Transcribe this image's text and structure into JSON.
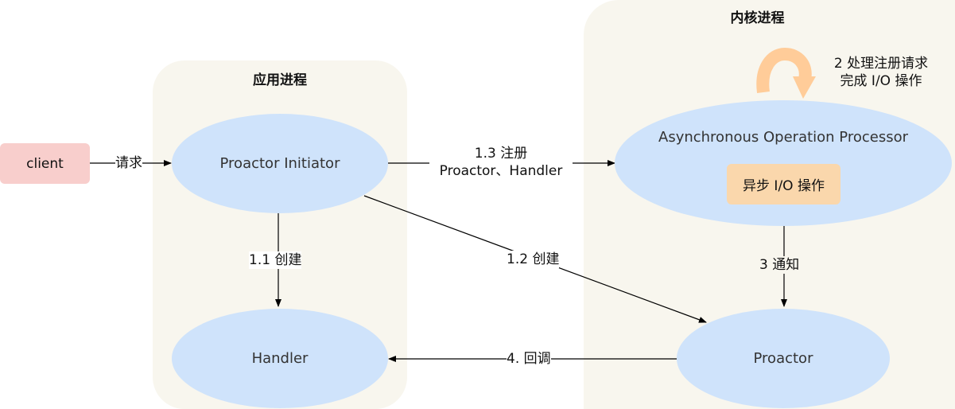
{
  "regions": {
    "app": {
      "title": "应用进程"
    },
    "kernel": {
      "title": "内核进程"
    }
  },
  "nodes": {
    "client": "client",
    "initiator": "Proactor Initiator",
    "handler": "Handler",
    "processor": "Asynchronous Operation Processor",
    "async_io": "异步 I/O 操作",
    "proactor": "Proactor"
  },
  "edges": {
    "request": "请求",
    "create_handler": "1.1 创建",
    "create_proactor": "1.2 创建",
    "register_line1": "1.3 注册",
    "register_line2": "Proactor、Handler",
    "process_line1": "2 处理注册请求",
    "process_line2": "完成 I/O 操作",
    "notify": "3 通知",
    "callback": "4. 回调"
  },
  "colors": {
    "region_bg": "#f8f6ee",
    "ellipse_fill": "#cfe3fb",
    "client_fill": "#f8cecc",
    "async_fill": "#fad7ac",
    "loop_arrow": "#ffcc99"
  }
}
